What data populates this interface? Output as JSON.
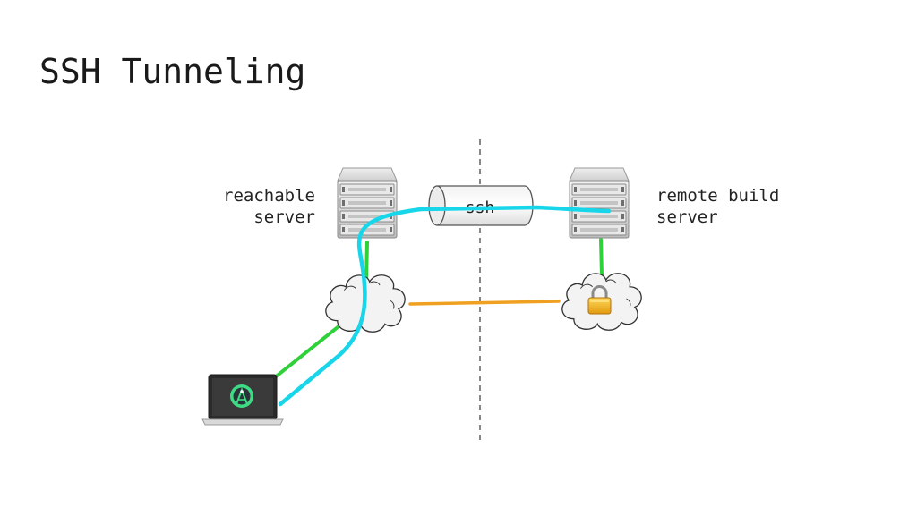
{
  "title": "SSH Tunneling",
  "labels": {
    "reachable_server": [
      "reachable",
      "server"
    ],
    "remote_build_server": [
      "remote build",
      "server"
    ],
    "tunnel": "ssh"
  },
  "colors": {
    "tunnel_path": "#18d6ea",
    "local_link": "#2fd13a",
    "private_link": "#f0a020",
    "divider": "#555555"
  },
  "icons": [
    "server-icon",
    "cloud-icon",
    "lock-icon",
    "laptop-icon",
    "android-studio-icon"
  ]
}
